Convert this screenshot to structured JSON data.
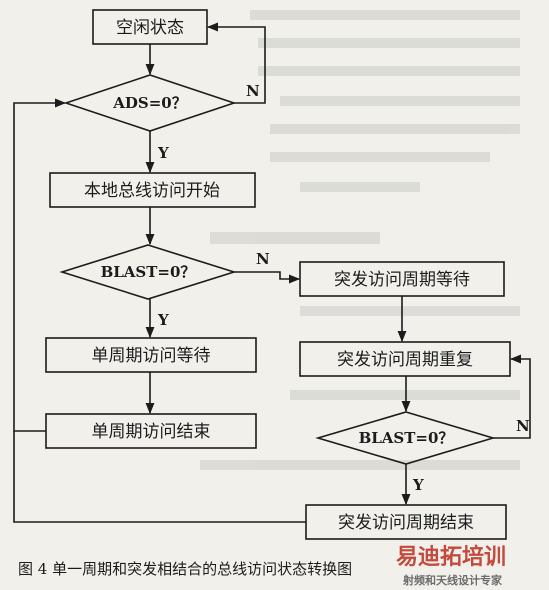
{
  "diagram": {
    "nodes": {
      "idle": "空闲状态",
      "ads_check": "ADS=0？",
      "local_start": "本地总线访问开始",
      "blast_check1": "BLAST=0？",
      "single_wait": "单周期访问等待",
      "single_end": "单周期访问结束",
      "burst_wait": "突发访问周期等待",
      "burst_repeat": "突发访问周期重复",
      "blast_check2": "BLAST=0？",
      "burst_end": "突发访问周期结束"
    },
    "edge_labels": {
      "ads_no": "N",
      "ads_yes": "Y",
      "blast1_no": "N",
      "blast1_yes": "Y",
      "blast2_no": "N",
      "blast2_yes": "Y"
    },
    "caption": "图 4  单一周期和突发相结合的总线访问状态转换图"
  },
  "watermark": {
    "logo": "易迪拓培训",
    "slogan": "射频和天线设计专家",
    "color": "#c0392b"
  },
  "colors": {
    "background": "#f1f0eb",
    "ink": "#1c1c1c"
  }
}
